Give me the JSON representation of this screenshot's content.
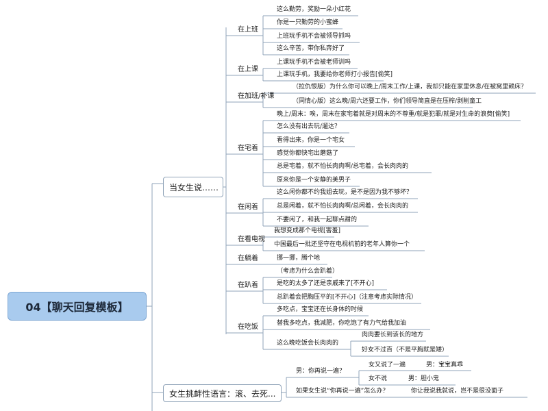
{
  "root": "04【聊天回复模板】",
  "branches": [
    {
      "label": "当女生说……",
      "groups": [
        {
          "label": "在上班",
          "items": [
            "这么勤劳，奖励一朵小红花",
            "你是一只勤劳的小蜜蜂",
            "上班玩手机不会被领导抓吗",
            "这么辛苦，带你私奔好了"
          ]
        },
        {
          "label": "在上课",
          "items": [
            "上课玩手机不会被老师训吗",
            "上课玩手机，我要给你老师打小报告[偷笑]"
          ]
        },
        {
          "label": "在加班/补课",
          "items": [
            "（拉仇恨版）为什么你可以晚上/周末工作/上课，我却只能在家里休息/在被窝里赖床？",
            "（同情心版）这么晚/周六还要工作，你们领导简直是在压榨/剥削童工"
          ]
        },
        {
          "label": "在宅着",
          "items": [
            "晚上/周末：唉，周末在家宅着就是对周末的不尊重/就是犯罪/就是对生命的浪费[偷笑]",
            "怎么没有出去玩/遛达？",
            "看得出来，你是一个宅女",
            "感觉你都快宅出蘑菇了",
            "总是宅着，就不怕长肉肉啊/总宅着，会长肉肉的",
            "原来你是一个安静的美男子"
          ]
        },
        {
          "label": "在闲着",
          "items": [
            "这么闲你都不约我姐去玩，是不是因为我不够坏？",
            "总是闲着，就不怕长肉肉啊/总闲着，会长肉肉的",
            "不要闲了，和我一起聊点甜的"
          ]
        },
        {
          "label": "在看电视",
          "items": [
            "我想变成那个电视[害羞]",
            "中国最后一批还坚守在电视机前的老年人算你一个"
          ]
        },
        {
          "label": "在躺着",
          "items": [
            "挪一挪，腾个地"
          ]
        },
        {
          "label": "在趴着",
          "items": [
            "（考虑为什么会趴着）",
            "是吃的太多了还是亲戚来了[不开心]",
            "总趴着会把胸压平的[不开心]（注意考虑实际情况）"
          ]
        },
        {
          "label": "在吃饭",
          "items": [
            "多吃点，宝宝还在长身体的时候",
            "替我多吃点，我减肥，你吃饱了有力气给我加油",
            "这么晚吃饭会长肉肉的"
          ],
          "sub": [
            "肉肉要长到该长的地方",
            "好女不过百（不是平胸就是矮）"
          ]
        }
      ]
    },
    {
      "label": "女生挑衅性语言：滚、去死...",
      "groups": [
        {
          "label": "男：你再说一遍？",
          "items": [
            "女又说了一遍",
            "女不说"
          ],
          "sub": [
            "男：宝宝真乖",
            "男：胆小鬼"
          ]
        },
        {
          "label": "如果女生说“你再说一遍”怎么办？",
          "items": [
            "你让我说我就说，岂不是很没面子"
          ]
        }
      ]
    }
  ]
}
